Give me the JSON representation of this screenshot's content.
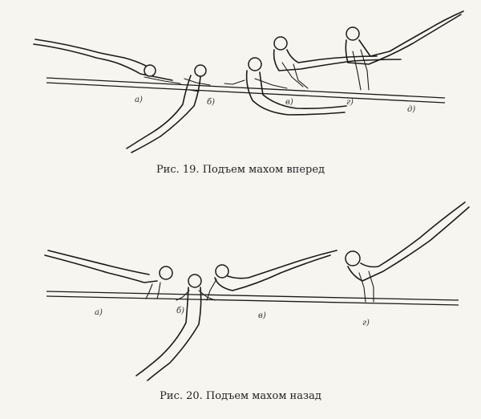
{
  "figures": [
    {
      "caption": "Рис. 19. Подъем махом вперед",
      "phase_labels": [
        "а)",
        "б)",
        "в)",
        "г)",
        "д)"
      ]
    },
    {
      "caption": "Рис. 20. Подъем махом назад",
      "phase_labels": [
        "а)",
        "б)",
        "в)",
        "г)"
      ]
    }
  ],
  "icons": {
    "figure_19": "gymnast-bar-sequence-illustration",
    "figure_20": "gymnast-bar-sequence-illustration"
  }
}
